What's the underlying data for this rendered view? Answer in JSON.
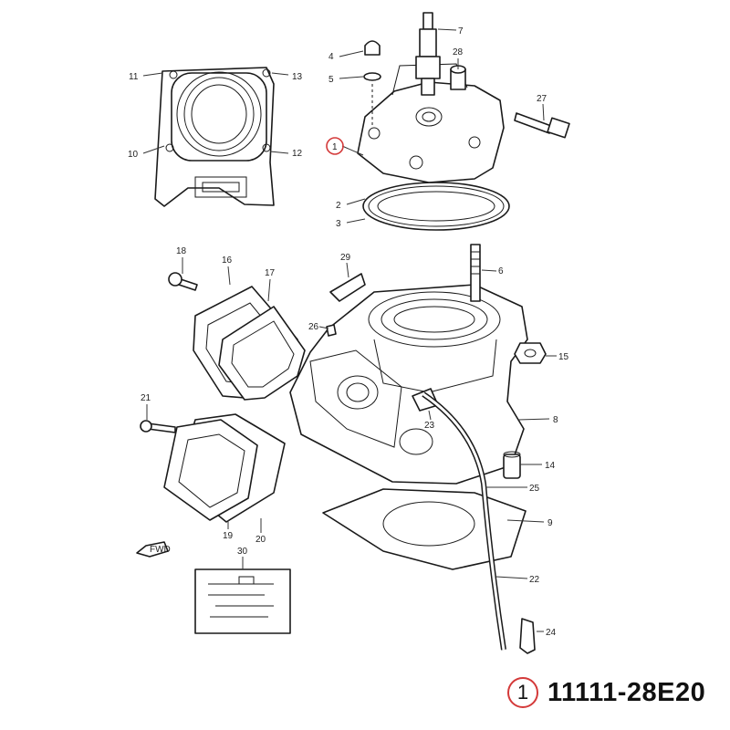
{
  "diagram": {
    "highlight_color": "#d43a3a",
    "callouts": [
      "1",
      "2",
      "3",
      "4",
      "5",
      "6",
      "7",
      "8",
      "9",
      "10",
      "11",
      "12",
      "13",
      "14",
      "15",
      "16",
      "17",
      "18",
      "19",
      "20",
      "21",
      "22",
      "23",
      "24",
      "25",
      "26",
      "27",
      "28",
      "29",
      "30"
    ],
    "direction_tag": "FWD"
  },
  "footer": {
    "ref_number": "1",
    "part_number": "11111-28E20"
  }
}
